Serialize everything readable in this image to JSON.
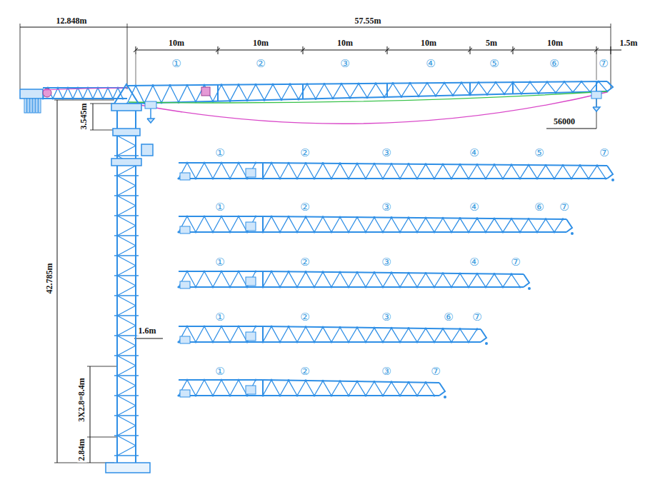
{
  "diagram": {
    "labels": [
      "12.848m",
      "57.55m",
      "10m",
      "10m",
      "10m",
      "10m",
      "5m",
      "10m",
      "1.5m",
      "①",
      "②",
      "③",
      "④",
      "⑤",
      "⑥",
      "⑦",
      "56000",
      "3.545m",
      "42.785m",
      "1.6m",
      "3X2.8=8.4m",
      "2.84m",
      "①",
      "②",
      "③",
      "④",
      "⑤",
      "⑦",
      "①",
      "②",
      "③",
      "④",
      "⑥",
      "⑦",
      "①",
      "②",
      "③",
      "④",
      "⑦",
      "①",
      "②",
      "③",
      "⑥",
      "⑦",
      "①",
      "②",
      "③",
      "⑦"
    ]
  }
}
